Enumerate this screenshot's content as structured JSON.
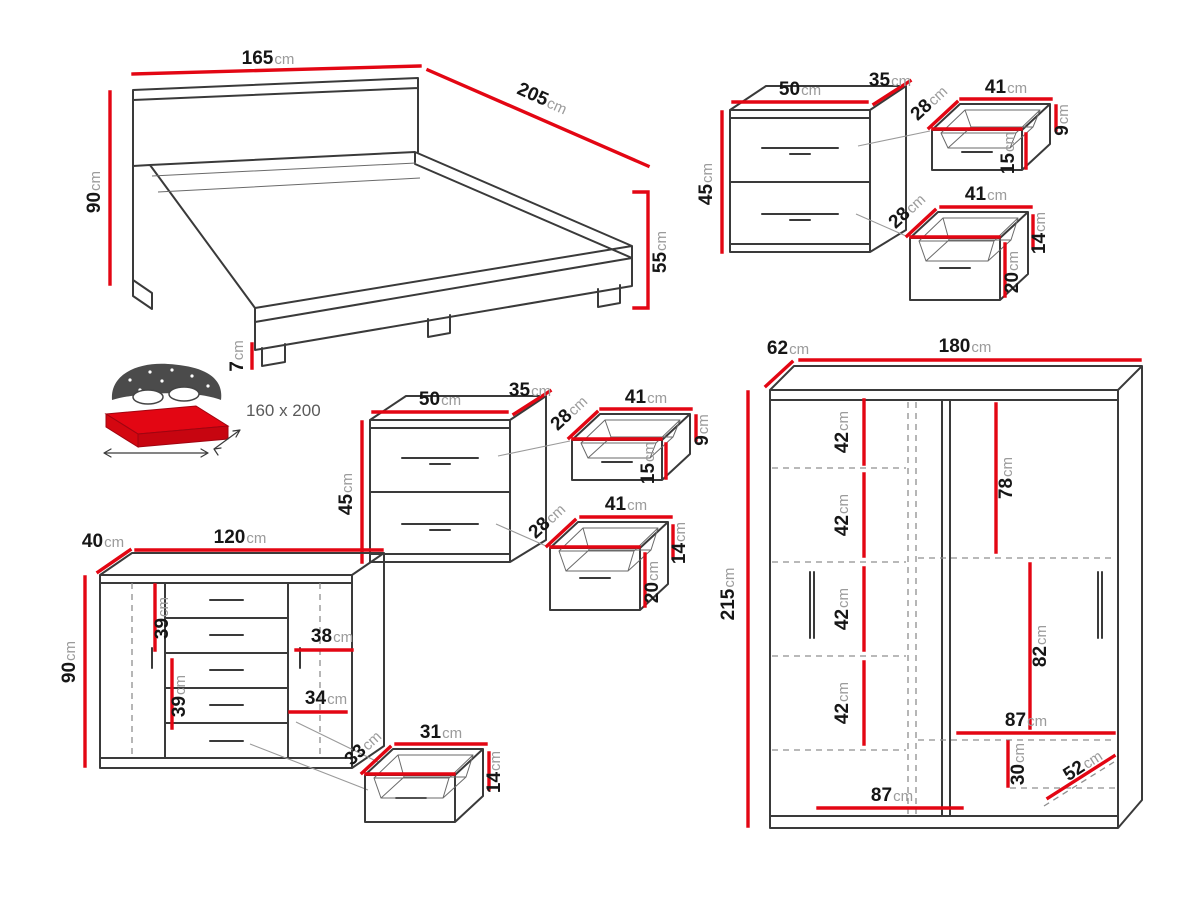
{
  "colors": {
    "outline": "#3a3a3a",
    "dimension_red": "#e30613",
    "value_text": "#161616",
    "unit_text": "#9b9b9b"
  },
  "bed": {
    "width": {
      "v": "165",
      "u": "cm"
    },
    "length": {
      "v": "205",
      "u": "cm"
    },
    "headboard_height": {
      "v": "90",
      "u": "cm"
    },
    "footboard_height": {
      "v": "55",
      "u": "cm"
    },
    "leg_height": {
      "v": "7",
      "u": "cm"
    },
    "mattress_size": "160 x 200"
  },
  "nightstand": {
    "width": {
      "v": "50",
      "u": "cm"
    },
    "depth": {
      "v": "35",
      "u": "cm"
    },
    "height": {
      "v": "45",
      "u": "cm"
    },
    "drawer_top": {
      "depth": {
        "v": "28",
        "u": "cm"
      },
      "width": {
        "v": "41",
        "u": "cm"
      },
      "back_height": {
        "v": "9",
        "u": "cm"
      },
      "front_height": {
        "v": "15",
        "u": "cm"
      }
    },
    "drawer_bottom": {
      "depth": {
        "v": "28",
        "u": "cm"
      },
      "width": {
        "v": "41",
        "u": "cm"
      },
      "back_height": {
        "v": "14",
        "u": "cm"
      },
      "front_height": {
        "v": "20",
        "u": "cm"
      }
    }
  },
  "chest": {
    "depth": {
      "v": "40",
      "u": "cm"
    },
    "width": {
      "v": "120",
      "u": "cm"
    },
    "height": {
      "v": "90",
      "u": "cm"
    },
    "left_section": {
      "v": "39",
      "u": "cm"
    },
    "right_section": {
      "v": "39",
      "u": "cm"
    },
    "upper_inner_width": {
      "v": "38",
      "u": "cm"
    },
    "lower_inner_width": {
      "v": "34",
      "u": "cm"
    },
    "drawer": {
      "depth": {
        "v": "33",
        "u": "cm"
      },
      "width": {
        "v": "31",
        "u": "cm"
      },
      "height": {
        "v": "14",
        "u": "cm"
      }
    }
  },
  "wardrobe": {
    "depth": {
      "v": "62",
      "u": "cm"
    },
    "width": {
      "v": "180",
      "u": "cm"
    },
    "height": {
      "v": "215",
      "u": "cm"
    },
    "shelf_gap_1": {
      "v": "42",
      "u": "cm"
    },
    "shelf_gap_2": {
      "v": "42",
      "u": "cm"
    },
    "shelf_gap_3": {
      "v": "42",
      "u": "cm"
    },
    "shelf_gap_4": {
      "v": "42",
      "u": "cm"
    },
    "upper_right_height": {
      "v": "78",
      "u": "cm"
    },
    "lower_right_height": {
      "v": "82",
      "u": "cm"
    },
    "right_inner_width": {
      "v": "87",
      "u": "cm"
    },
    "bottom_shelf_height": {
      "v": "30",
      "u": "cm"
    },
    "shoe_shelf_depth": {
      "v": "52",
      "u": "cm"
    },
    "left_inner_width": {
      "v": "87",
      "u": "cm"
    }
  }
}
